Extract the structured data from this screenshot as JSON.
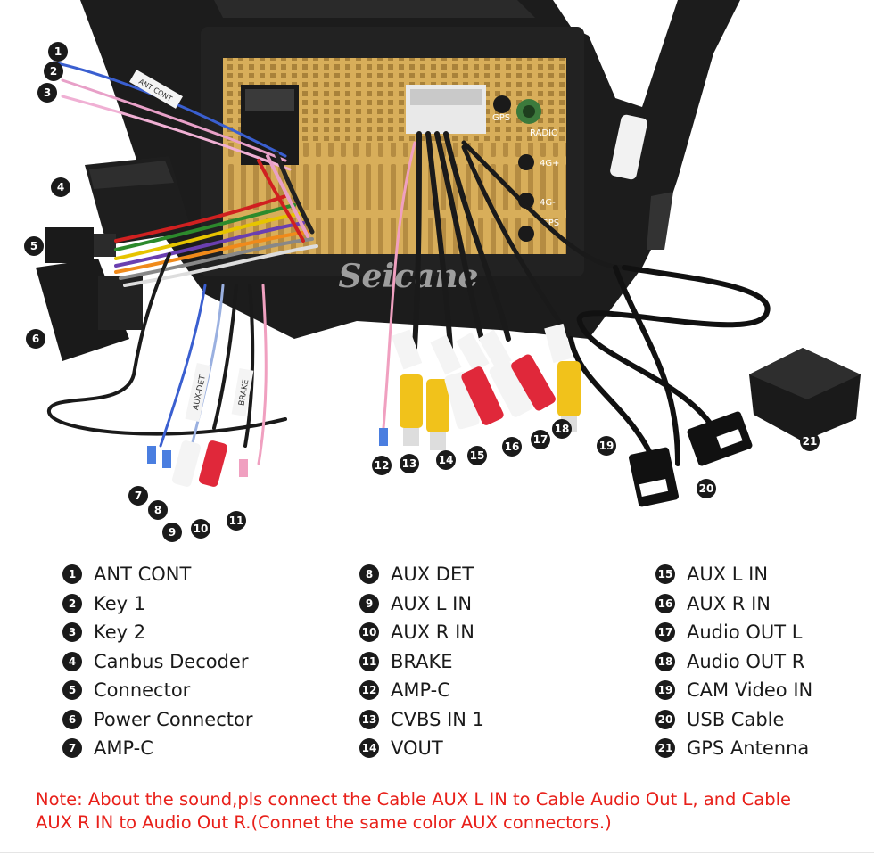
{
  "brand": {
    "watermark": "Seicane"
  },
  "board_labels": {
    "gps": "GPS",
    "radio": "RADIO",
    "port_4g_plus": "4G+",
    "port_4g_minus": "4G-",
    "gps_side": "GPS"
  },
  "wire_tags": {
    "ant_cont": "ANT CONT",
    "aux_det": "AUX-DET",
    "brake": "BRAKE"
  },
  "callouts": [
    "1",
    "2",
    "3",
    "4",
    "5",
    "6",
    "7",
    "8",
    "9",
    "10",
    "11",
    "12",
    "13",
    "14",
    "15",
    "16",
    "17",
    "18",
    "19",
    "20",
    "21"
  ],
  "legend": {
    "col1": [
      {
        "num": "1",
        "label": "ANT CONT"
      },
      {
        "num": "2",
        "label": "Key 1"
      },
      {
        "num": "3",
        "label": "Key 2"
      },
      {
        "num": "4",
        "label": "Canbus Decoder"
      },
      {
        "num": "5",
        "label": "Connector"
      },
      {
        "num": "6",
        "label": "Power Connector"
      },
      {
        "num": "7",
        "label": "AMP-C"
      }
    ],
    "col2": [
      {
        "num": "8",
        "label": "AUX DET"
      },
      {
        "num": "9",
        "label": "AUX L IN"
      },
      {
        "num": "10",
        "label": "AUX R IN"
      },
      {
        "num": "11",
        "label": "BRAKE"
      },
      {
        "num": "12",
        "label": "AMP-C"
      },
      {
        "num": "13",
        "label": "CVBS IN 1"
      },
      {
        "num": "14",
        "label": "VOUT"
      }
    ],
    "col3": [
      {
        "num": "15",
        "label": "AUX L IN"
      },
      {
        "num": "16",
        "label": "AUX R IN"
      },
      {
        "num": "17",
        "label": "Audio OUT L"
      },
      {
        "num": "18",
        "label": "Audio OUT R"
      },
      {
        "num": "19",
        "label": "CAM Video IN"
      },
      {
        "num": "20",
        "label": "USB Cable"
      },
      {
        "num": "21",
        "label": "GPS Antenna"
      }
    ]
  },
  "note": {
    "line1": "Note: About the sound,pls connect the Cable AUX L IN to Cable Audio Out L, and Cable",
    "line2": "AUX R IN to  Audio Out R.(Connet the same color AUX connectors.)"
  },
  "colors": {
    "badge": "#1a1a1a",
    "note_text": "#e8201a",
    "board": "#d8ae5a",
    "frame": "#1c1c1c"
  }
}
